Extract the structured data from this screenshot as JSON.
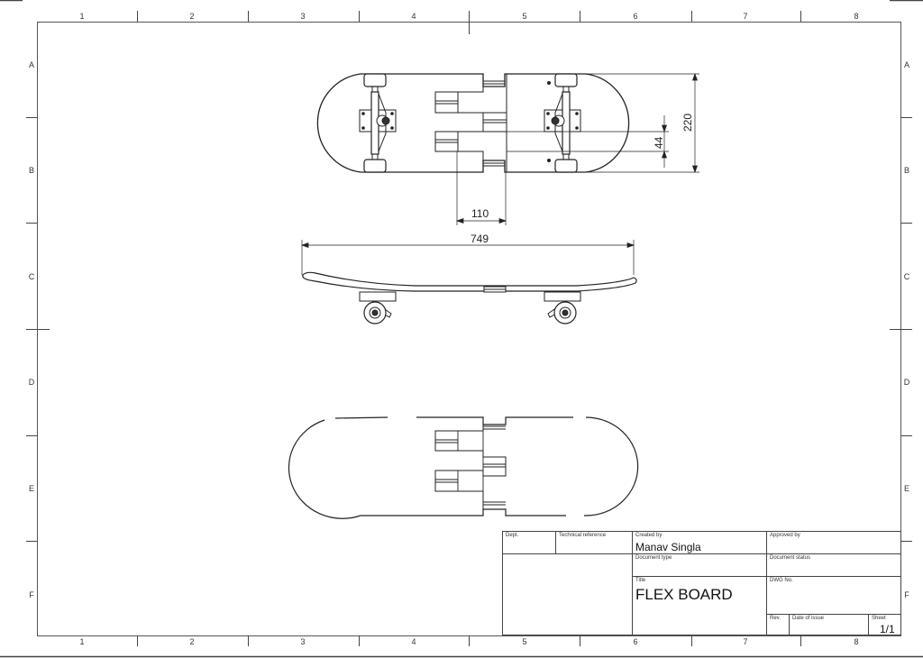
{
  "drawing": {
    "zones": {
      "columns": [
        "1",
        "2",
        "3",
        "4",
        "5",
        "6",
        "7",
        "8"
      ],
      "rows": [
        "A",
        "B",
        "C",
        "D",
        "E",
        "F"
      ]
    },
    "dimensions": {
      "overall_length": "749",
      "width": "220",
      "truck_spacing": "44",
      "joint_offset": "110"
    },
    "views": [
      "top-view-with-trucks",
      "side-view",
      "bottom-view-deck-only"
    ]
  },
  "title_block": {
    "dept_label": "Dept.",
    "dept_value": "",
    "tech_ref_label": "Technical reference",
    "tech_ref_value": "",
    "created_by_label": "Created by",
    "created_by_value": "Manav Singla",
    "approved_by_label": "Approved by",
    "approved_by_value": "",
    "doc_type_label": "Document type",
    "doc_type_value": "",
    "doc_status_label": "Document status",
    "doc_status_value": "",
    "title_label": "Title",
    "title_value": "FLEX BOARD",
    "dwg_no_label": "DWG No.",
    "dwg_no_value": "",
    "rev_label": "Rev.",
    "rev_value": "",
    "date_label": "Date of issue",
    "date_value": "",
    "sheet_label": "Sheet",
    "sheet_value": "1/1"
  }
}
